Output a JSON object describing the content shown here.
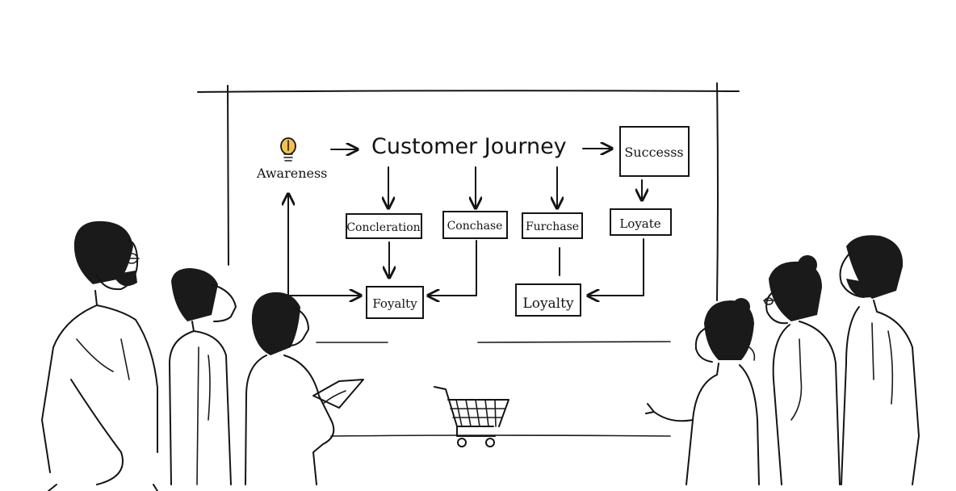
{
  "diagram": {
    "title": "Customer Journey",
    "start_label": "Awareness",
    "nodes": {
      "success": "Successs",
      "concleration": "Concleration",
      "conchase": "Conchase",
      "furchase": "Furchase",
      "loyate": "Loyate",
      "foyalty": "Foyalty",
      "loyalty": "Loyalty"
    }
  },
  "icons": {
    "start": "lightbulb-icon",
    "cart": "shopping-cart-icon"
  },
  "colors": {
    "ink": "#141414",
    "bulb": "#f2c14e",
    "background": "#ffffff"
  }
}
